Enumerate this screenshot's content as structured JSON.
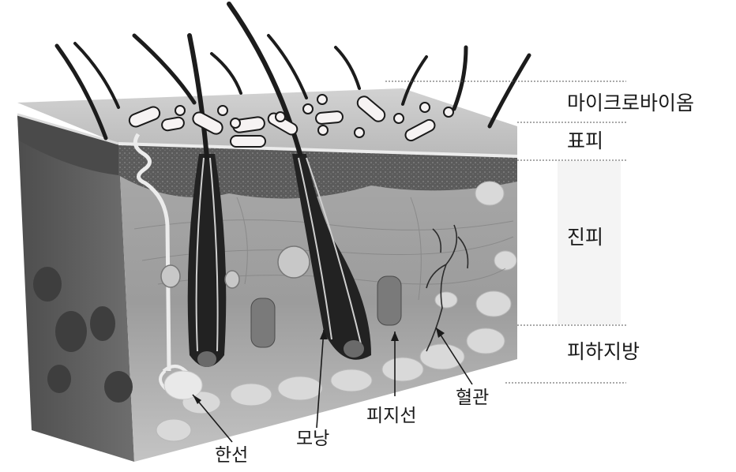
{
  "layers": {
    "microbiome": "마이크로바이옴",
    "epidermis": "표피",
    "dermis": "진피",
    "hypodermis": "피하지방"
  },
  "parts": {
    "sweat_gland": "한선",
    "hair_follicle": "모낭",
    "sebaceous_gland": "피지선",
    "blood_vessel": "혈관"
  }
}
